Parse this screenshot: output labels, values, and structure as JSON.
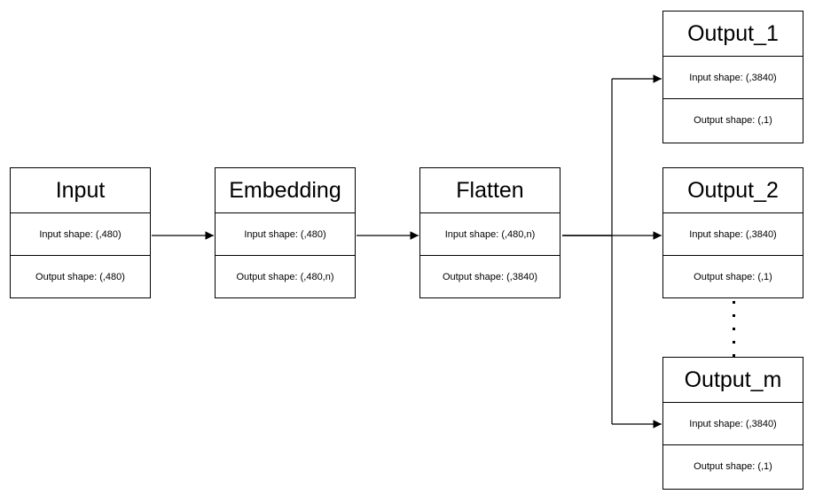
{
  "nodes": {
    "input": {
      "title": "Input",
      "input_shape": "Input shape: (,480)",
      "output_shape": "Output shape: (,480)"
    },
    "embedding": {
      "title": "Embedding",
      "input_shape": "Input shape: (,480)",
      "output_shape": "Output shape: (,480,n)"
    },
    "flatten": {
      "title": "Flatten",
      "input_shape": "Input shape: (,480,n)",
      "output_shape": "Output shape: (,3840)"
    },
    "output_1": {
      "title": "Output_1",
      "input_shape": "Input shape: (,3840)",
      "output_shape": "Output shape: (,1)"
    },
    "output_2": {
      "title": "Output_2",
      "input_shape": "Input shape: (,3840)",
      "output_shape": "Output shape: (,1)"
    },
    "output_m": {
      "title": "Output_m",
      "input_shape": "Input shape: (,3840)",
      "output_shape": "Output shape: (,1)"
    }
  }
}
